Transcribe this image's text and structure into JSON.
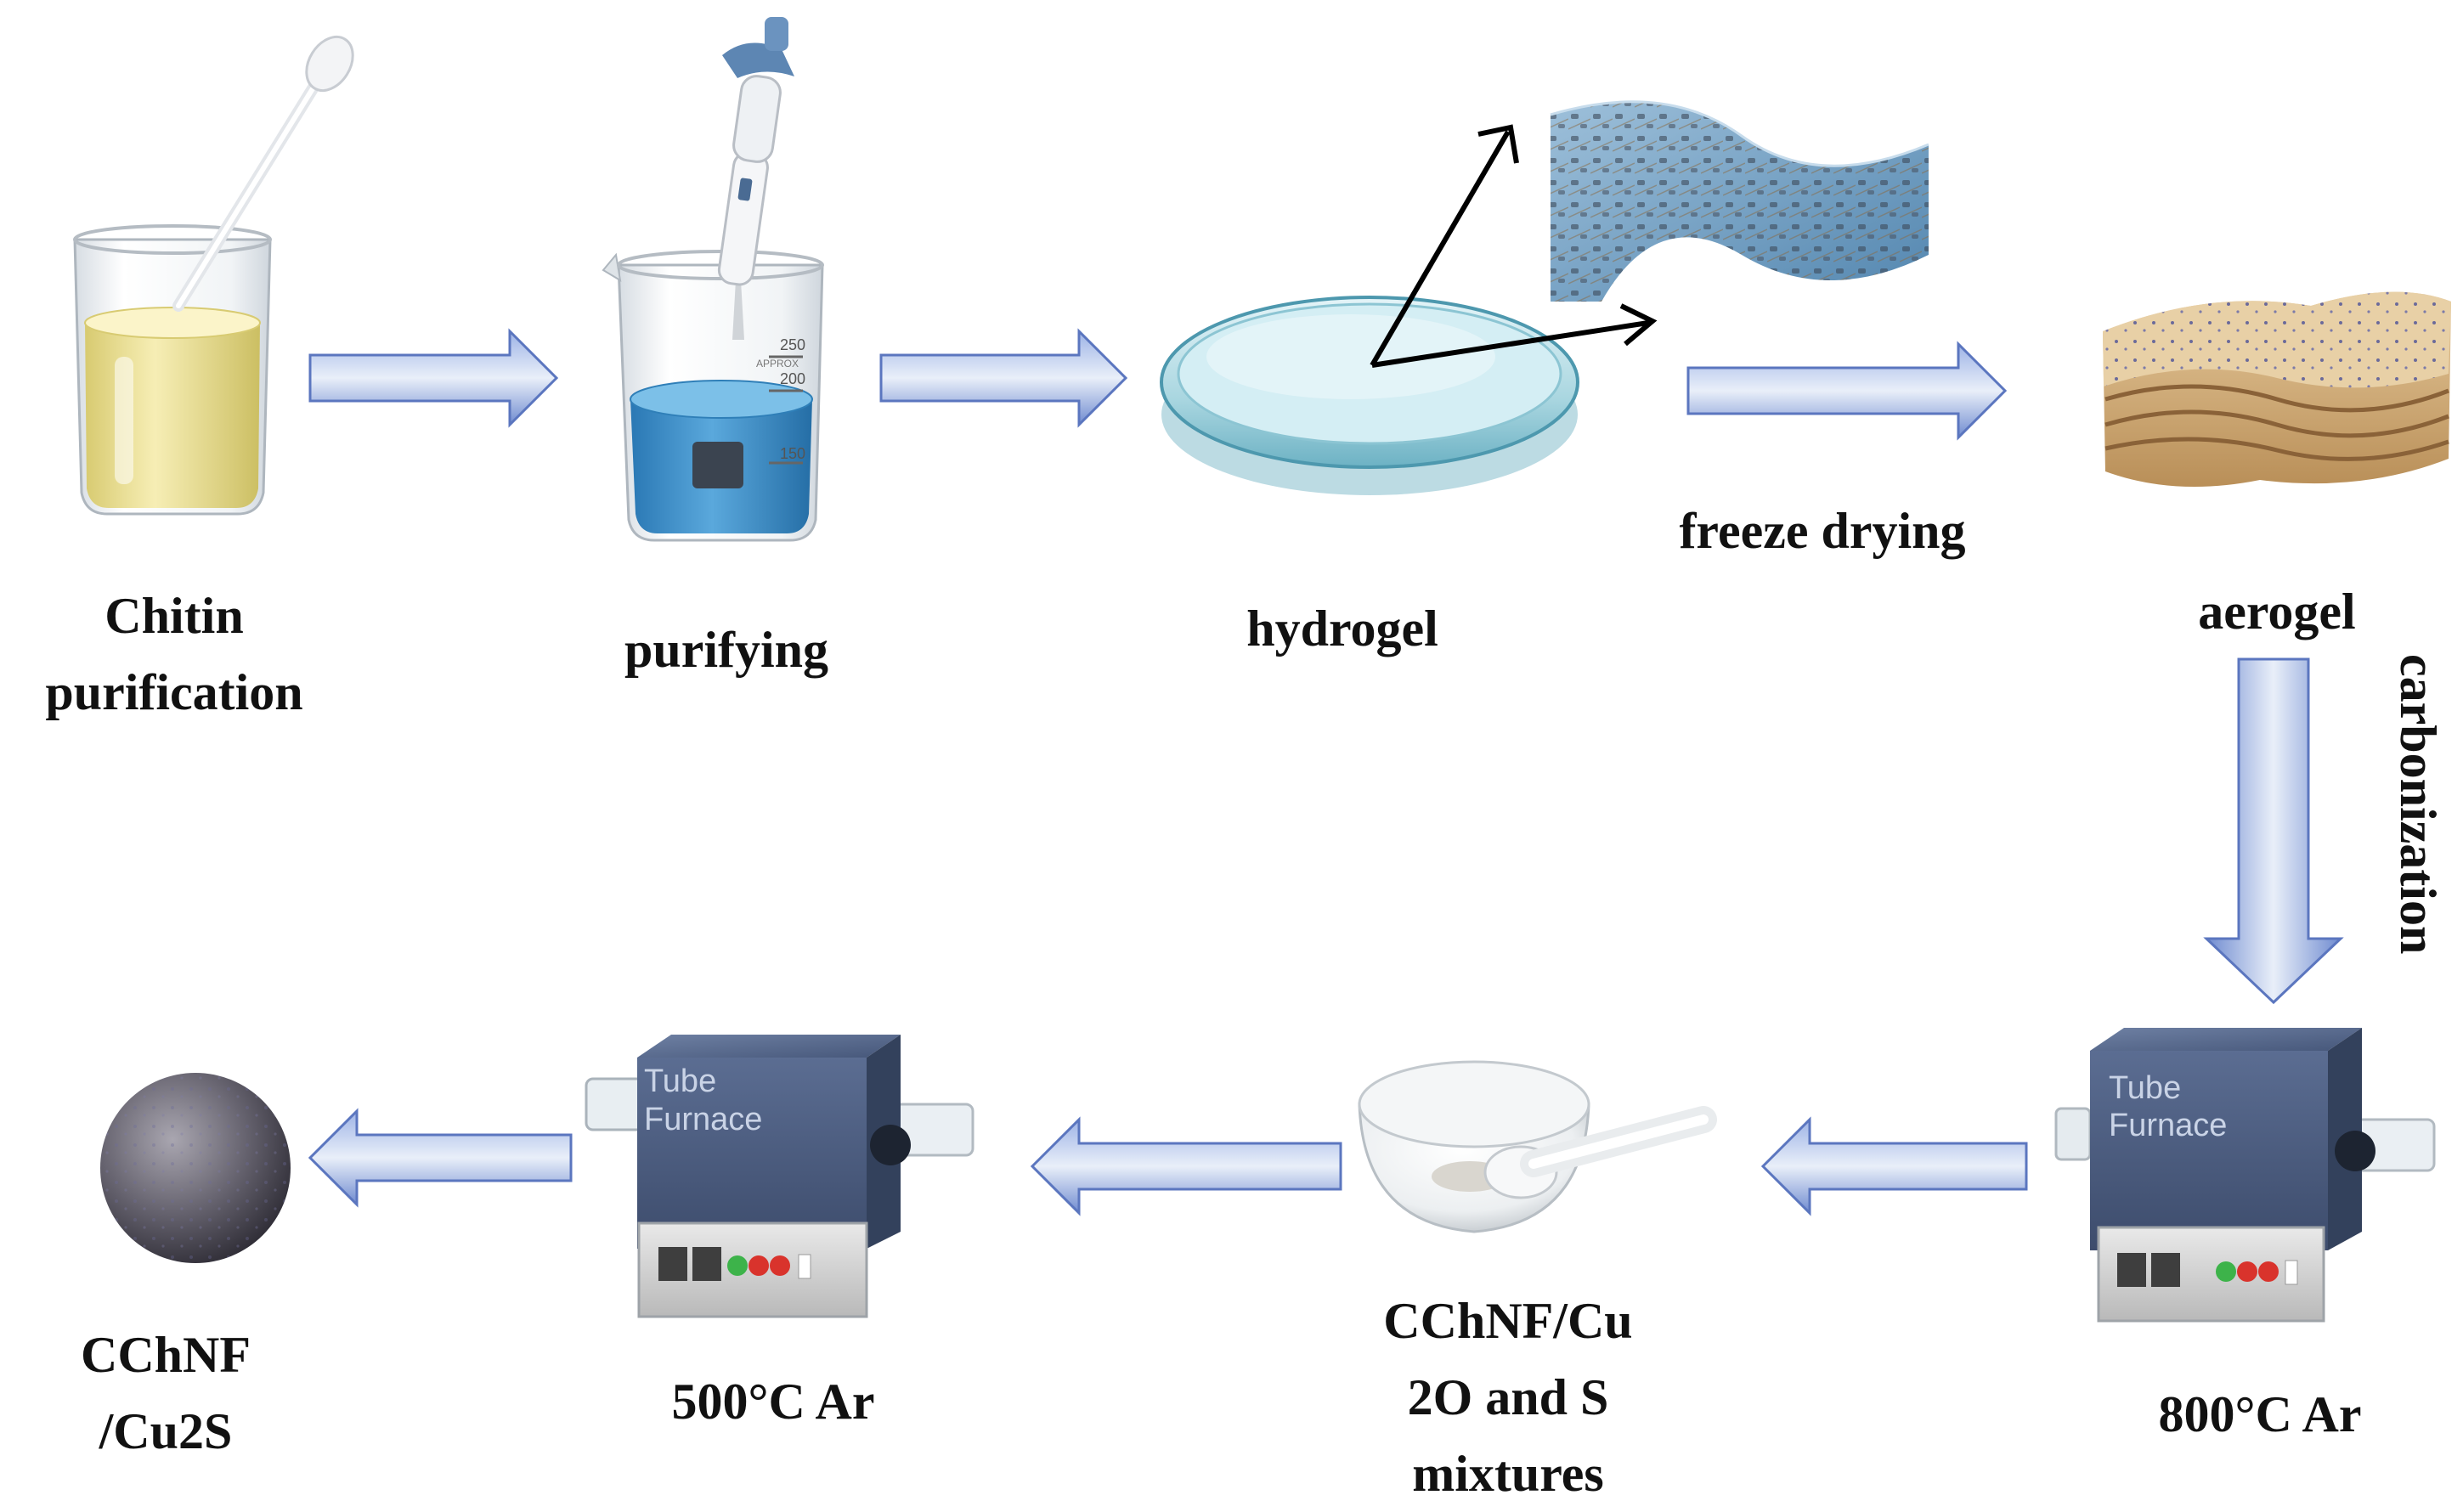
{
  "steps": {
    "chitin": {
      "line1": "Chitin",
      "line2": "purification"
    },
    "purifying": {
      "label": "purifying"
    },
    "hydrogel": {
      "label": "hydrogel"
    },
    "freeze_drying": {
      "label": "freeze drying"
    },
    "aerogel": {
      "label": "aerogel"
    },
    "carbonization": {
      "label": "carbonization"
    },
    "furnace_800": {
      "label": "800°C  Ar"
    },
    "mixtures": {
      "line1": "CChNF/Cu",
      "line2": "2O and S",
      "line3": "mixtures"
    },
    "furnace_500": {
      "label": "500°C  Ar"
    },
    "product": {
      "line1": "CChNF",
      "line2": "/Cu2S"
    }
  },
  "furnace": {
    "line1": "Tube",
    "line2": "Furnace"
  },
  "beaker_marks": {
    "top": "250",
    "mid": "200",
    "low": "150",
    "note": "APPROX"
  },
  "colors": {
    "arrow_fill": "#7d97d6",
    "arrow_light": "#e4ebf8",
    "arrow_stroke": "#5b76bf",
    "furnace_blue": "#4c5f82",
    "liquid_yellow": "#efe49a",
    "liquid_blue": "#3a8fc8",
    "aerogel_tan": "#d8b88a"
  }
}
